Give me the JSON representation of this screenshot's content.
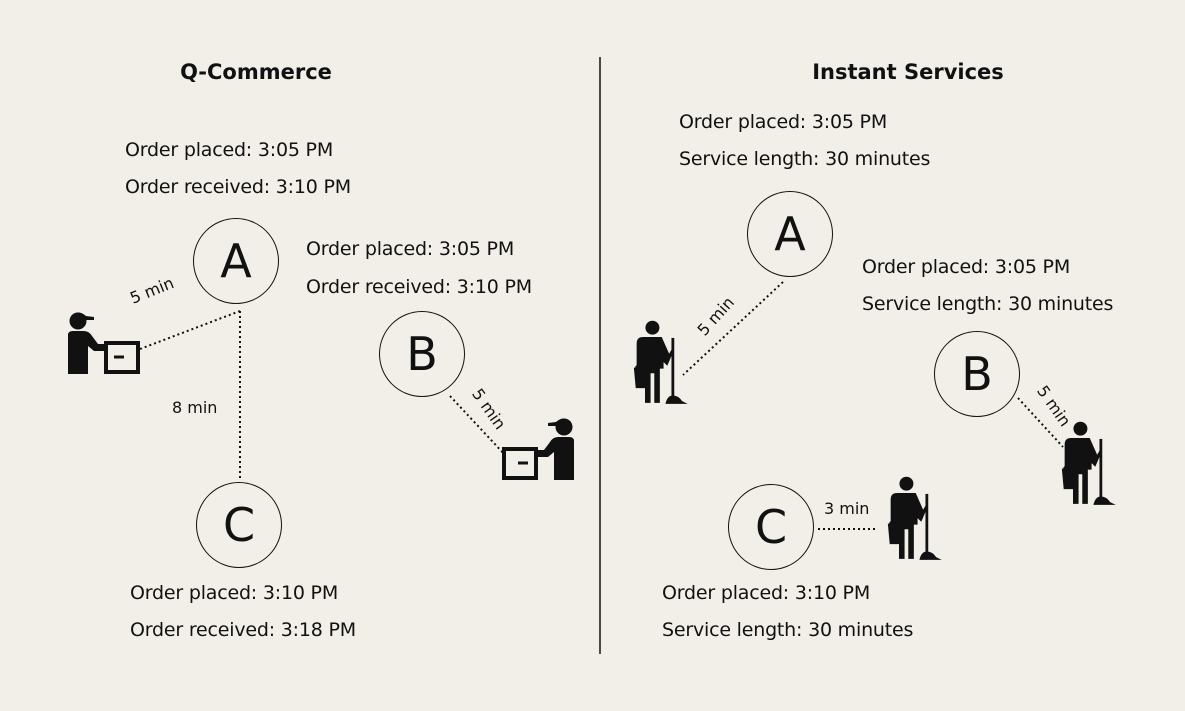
{
  "left": {
    "title": "Q-Commerce",
    "order_a": {
      "placed": "Order placed: 3:05 PM",
      "received": "Order received: 3:10 PM"
    },
    "order_b": {
      "placed": "Order placed: 3:05 PM",
      "received": "Order received: 3:10 PM"
    },
    "order_c": {
      "placed": "Order placed: 3:10 PM",
      "received": "Order received: 3:18 PM"
    },
    "nodes": {
      "a": "A",
      "b": "B",
      "c": "C"
    },
    "distances": {
      "courier1_to_a": "5 min",
      "a_to_c": "8 min",
      "b_to_courier2": "5 min"
    }
  },
  "right": {
    "title": "Instant Services",
    "order_a": {
      "placed": "Order placed: 3:05 PM",
      "length": "Service length: 30 minutes"
    },
    "order_b": {
      "placed": "Order placed: 3:05 PM",
      "length": "Service length: 30 minutes"
    },
    "order_c": {
      "placed": "Order placed: 3:10 PM",
      "length": "Service length: 30 minutes"
    },
    "nodes": {
      "a": "A",
      "b": "B",
      "c": "C"
    },
    "distances": {
      "a_to_cleaner1": "5 min",
      "b_to_cleaner2": "5 min",
      "c_to_cleaner3": "3 min"
    }
  },
  "icons": [
    "delivery-courier-icon",
    "cleaner-with-mop-icon"
  ],
  "colors": {
    "background": "#f1efe8",
    "ink": "#111111"
  }
}
